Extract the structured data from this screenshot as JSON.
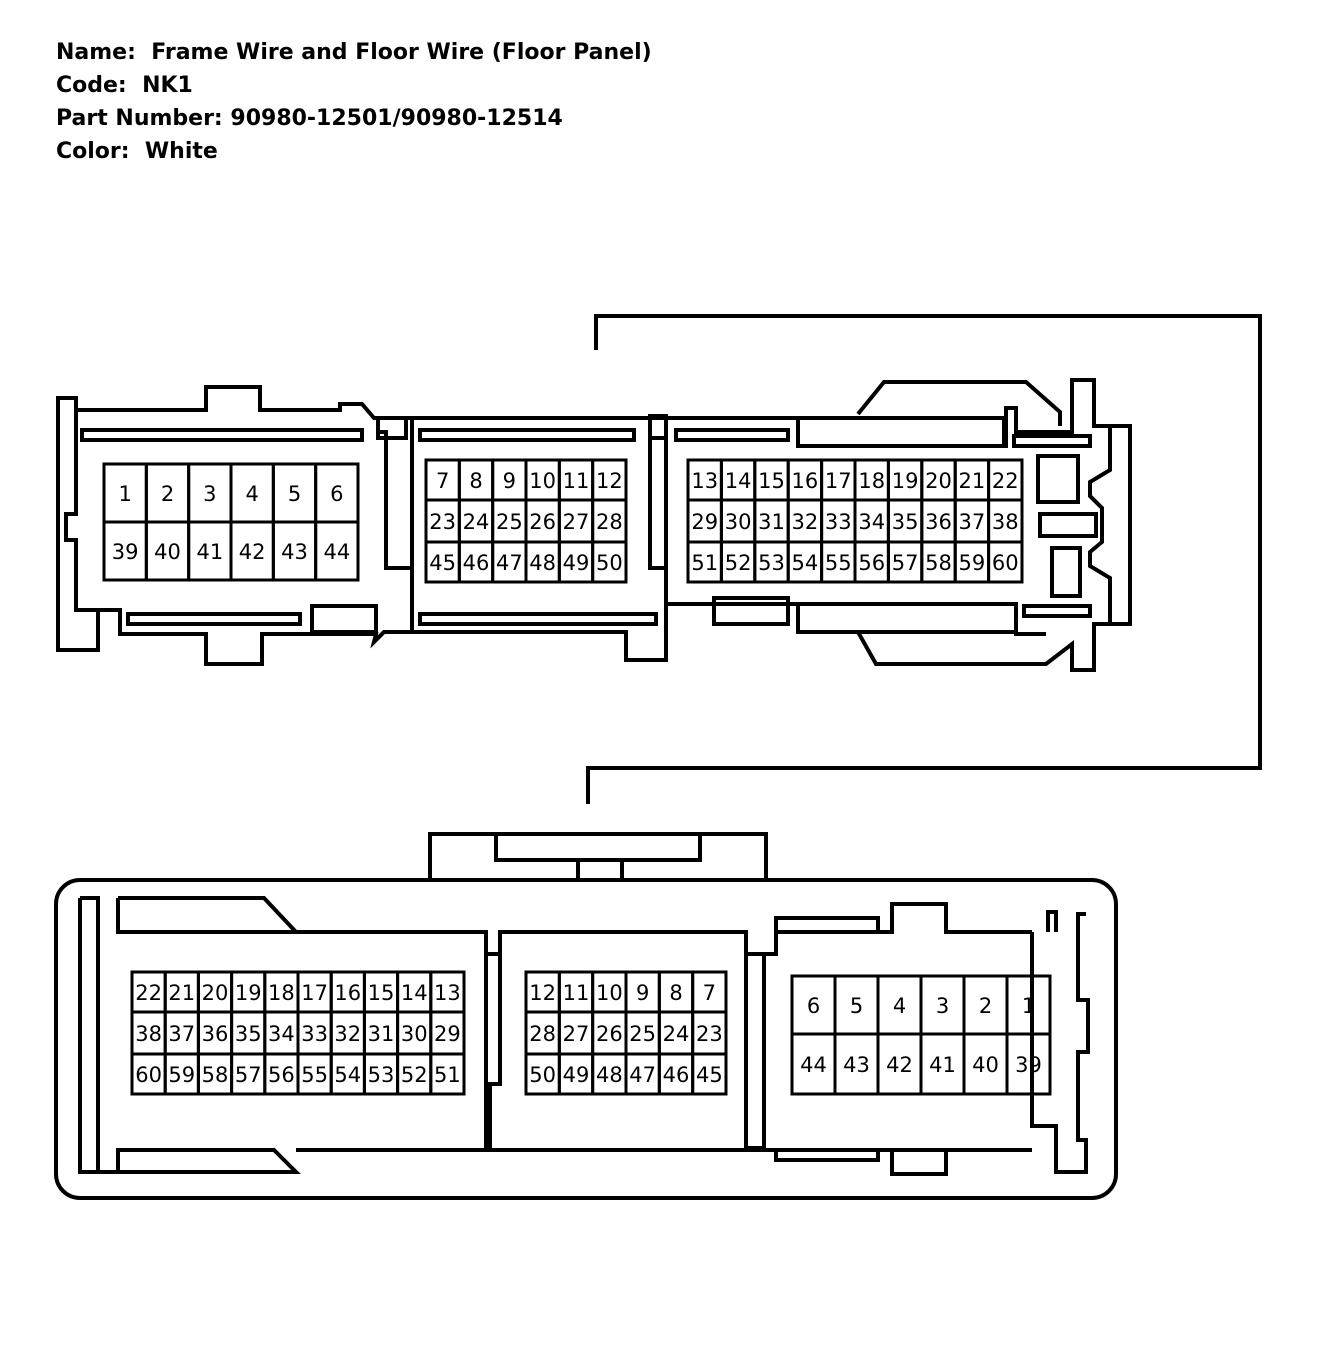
{
  "header": {
    "name_label": "Name:",
    "name_value": "Frame Wire and Floor Wire (Floor Panel)",
    "code_label": "Code:",
    "code_value": "NK1",
    "part_label": "Part Number:",
    "part_value": "90980-12501/90980-12514",
    "color_label": "Color:",
    "color_value": "White"
  },
  "connector_top": {
    "left_block": {
      "rows": [
        [
          "1",
          "2",
          "3",
          "4",
          "5",
          "6"
        ],
        [
          "39",
          "40",
          "41",
          "42",
          "43",
          "44"
        ]
      ]
    },
    "middle_block": {
      "rows": [
        [
          "7",
          "8",
          "9",
          "10",
          "11",
          "12"
        ],
        [
          "23",
          "24",
          "25",
          "26",
          "27",
          "28"
        ],
        [
          "45",
          "46",
          "47",
          "48",
          "49",
          "50"
        ]
      ]
    },
    "right_block": {
      "rows": [
        [
          "13",
          "14",
          "15",
          "16",
          "17",
          "18",
          "19",
          "20",
          "21",
          "22"
        ],
        [
          "29",
          "30",
          "31",
          "32",
          "33",
          "34",
          "35",
          "36",
          "37",
          "38"
        ],
        [
          "51",
          "52",
          "53",
          "54",
          "55",
          "56",
          "57",
          "58",
          "59",
          "60"
        ]
      ]
    }
  },
  "connector_bottom": {
    "left_block": {
      "rows": [
        [
          "22",
          "21",
          "20",
          "19",
          "18",
          "17",
          "16",
          "15",
          "14",
          "13"
        ],
        [
          "38",
          "37",
          "36",
          "35",
          "34",
          "33",
          "32",
          "31",
          "30",
          "29"
        ],
        [
          "60",
          "59",
          "58",
          "57",
          "56",
          "55",
          "54",
          "53",
          "52",
          "51"
        ]
      ]
    },
    "middle_block": {
      "rows": [
        [
          "12",
          "11",
          "10",
          "9",
          "8",
          "7"
        ],
        [
          "28",
          "27",
          "26",
          "25",
          "24",
          "23"
        ],
        [
          "50",
          "49",
          "48",
          "47",
          "46",
          "45"
        ]
      ]
    },
    "right_block": {
      "rows": [
        [
          "6",
          "5",
          "4",
          "3",
          "2",
          "1"
        ],
        [
          "44",
          "43",
          "42",
          "41",
          "40",
          "39"
        ]
      ]
    }
  }
}
